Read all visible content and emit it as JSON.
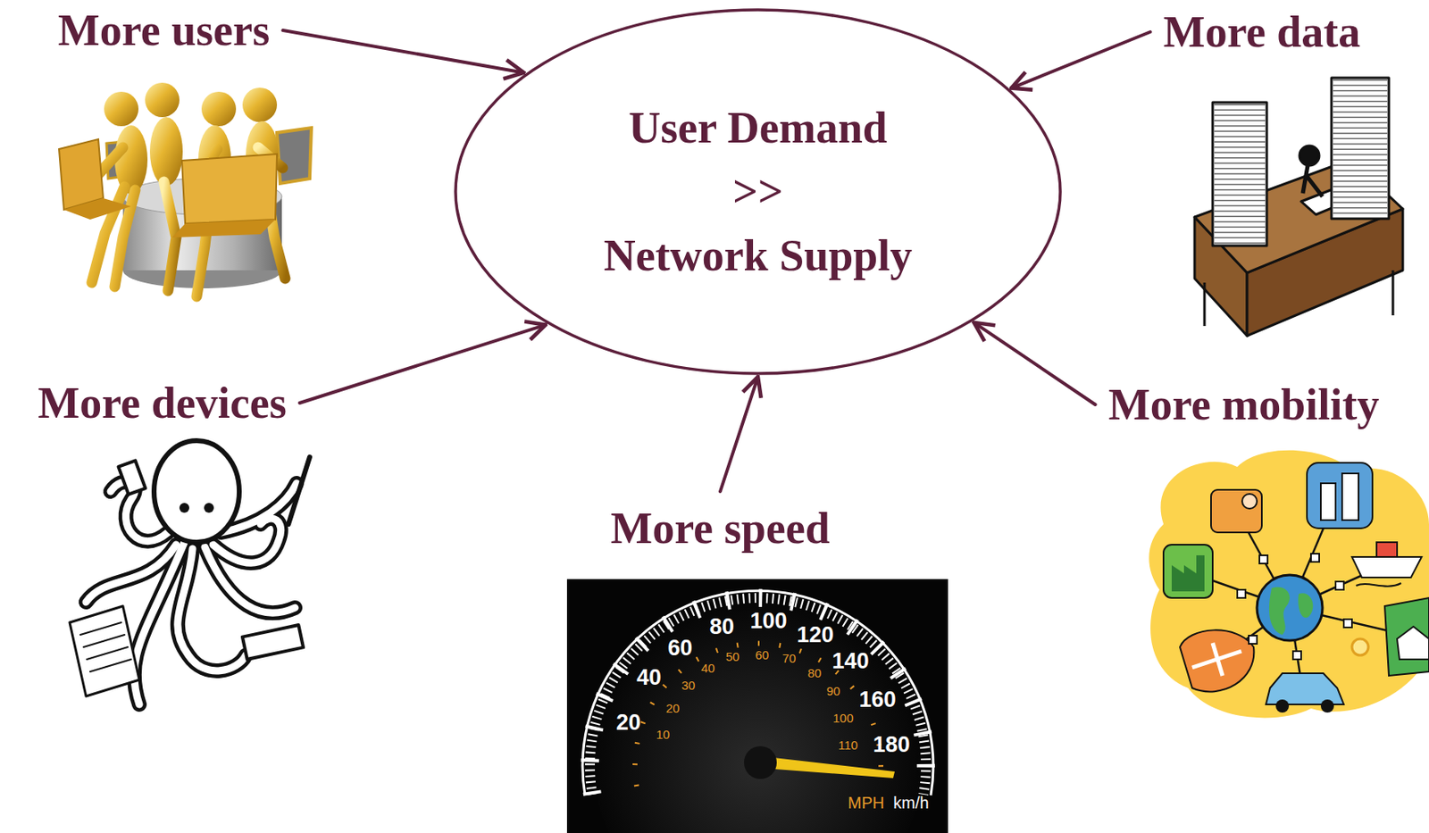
{
  "diagram": {
    "nodes": [
      {
        "text": [
          "More users"
        ]
      },
      {
        "text": [
          "More data"
        ]
      },
      {
        "text": [
          "User Demand >> Network Supply"
        ]
      },
      {
        "text": [
          "More devices"
        ]
      },
      {
        "text": [
          "More mobility"
        ]
      },
      {
        "text": [
          "More speed"
        ]
      }
    ],
    "edges": [
      {
        "from": 0,
        "to": 2,
        "arrow": "to"
      },
      {
        "from": 1,
        "to": 2,
        "arrow": "to"
      },
      {
        "from": 3,
        "to": 2,
        "arrow": "to"
      },
      {
        "from": 4,
        "to": 2,
        "arrow": "to"
      },
      {
        "from": 5,
        "to": 2,
        "arrow": "to"
      }
    ],
    "labels": [
      "20",
      "40",
      "60",
      "80",
      "100",
      "120",
      "140",
      "160",
      "180",
      "10",
      "20",
      "30",
      "40",
      "50",
      "60",
      "70",
      "80",
      "90",
      "100",
      "110",
      "MPH",
      "km/h"
    ]
  }
}
